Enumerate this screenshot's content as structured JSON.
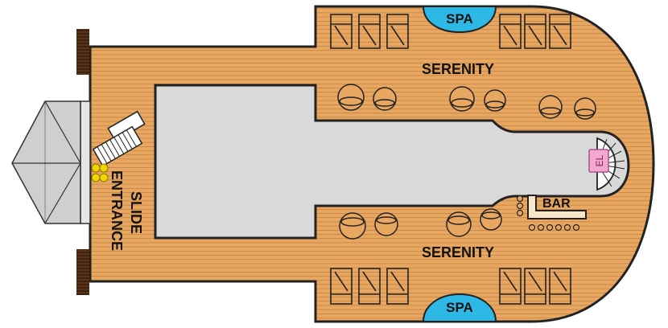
{
  "deck": {
    "labels": {
      "spa_top": "SPA",
      "spa_bottom": "SPA",
      "serenity_top": "SERENITY",
      "serenity_bottom": "SERENITY",
      "bar": "BAR",
      "elevator": "EL",
      "slide": "SLIDE",
      "entrance": "ENTRANCE"
    },
    "colors": {
      "deck_wood": "#E8A760",
      "plank_line": "#B5783C",
      "outline": "#222222",
      "pool_area": "#D9D9D9",
      "spa_blue": "#2EB8E6",
      "elevator_pink": "#F3A8CF",
      "slide_yellow": "#F2D400",
      "canopy_gray": "#CFCFCF",
      "railing_dark": "#5A3418"
    }
  }
}
